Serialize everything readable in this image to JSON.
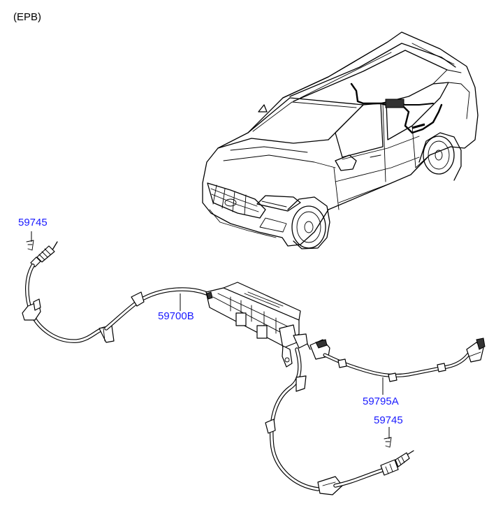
{
  "diagram": {
    "title": "(EPB)",
    "callouts": [
      {
        "id": "cable-left-clip",
        "label": "59745"
      },
      {
        "id": "epb-actuator",
        "label": "59700B"
      },
      {
        "id": "harness",
        "label": "59795A"
      },
      {
        "id": "cable-right-clip",
        "label": "59745"
      }
    ]
  }
}
